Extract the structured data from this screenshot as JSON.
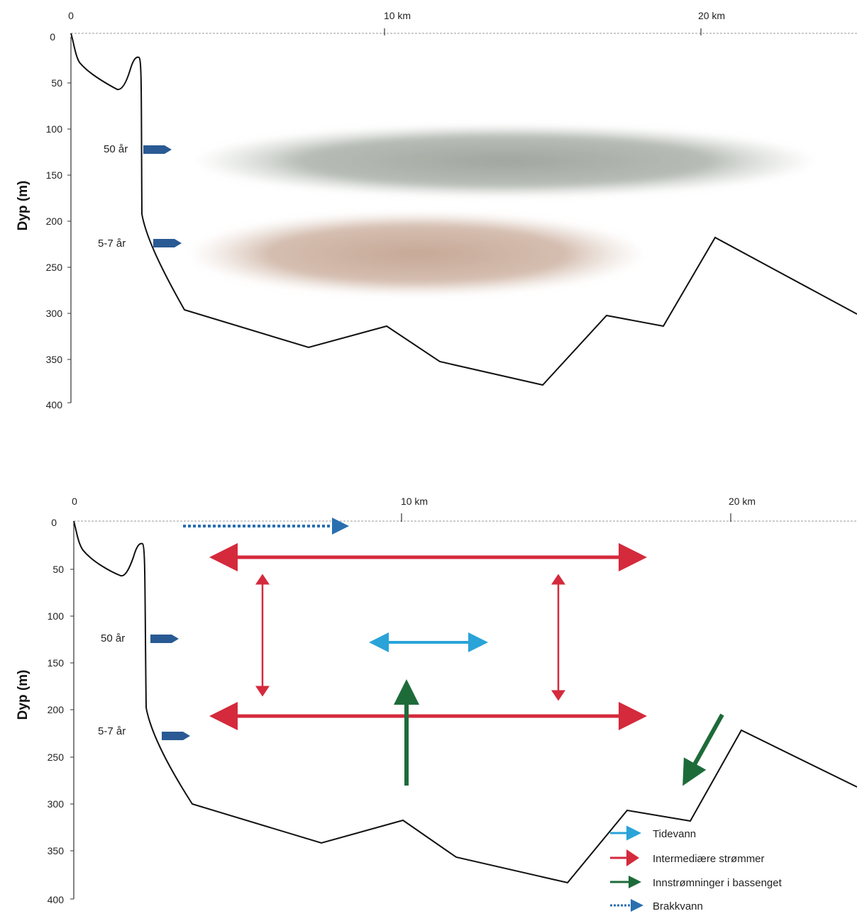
{
  "panel_top": {
    "x_ticks": [
      "0",
      "10 km",
      "20 km"
    ],
    "y_ticks": [
      "0",
      "50",
      "100",
      "150",
      "200",
      "250",
      "300",
      "350",
      "400"
    ],
    "y_label": "Dyp (m)",
    "age_labels": [
      "50 år",
      "5-7 år"
    ]
  },
  "panel_bottom": {
    "x_ticks": [
      "0",
      "10 km",
      "20 km"
    ],
    "y_ticks": [
      "0",
      "50",
      "100",
      "150",
      "200",
      "250",
      "300",
      "350",
      "400"
    ],
    "y_label": "Dyp (m)",
    "age_labels": [
      "50 år",
      "5-7 år"
    ],
    "legend": [
      {
        "label": "Tidevann",
        "color": "#2aa3d8",
        "style": "solid"
      },
      {
        "label": "Intermediære strømmer",
        "color": "#d42a3c",
        "style": "solid"
      },
      {
        "label": "Innstrømninger i bassenget",
        "color": "#1e6b3a",
        "style": "solid"
      },
      {
        "label": "Brakkvann",
        "color": "#2a6fb0",
        "style": "dotted"
      }
    ]
  },
  "colors": {
    "seabed": "#111111",
    "axis": "#333333",
    "water_mass_old": "#9aa39a",
    "water_mass_young": "#c7ab98",
    "inflow_marker": "#2a5a94"
  }
}
